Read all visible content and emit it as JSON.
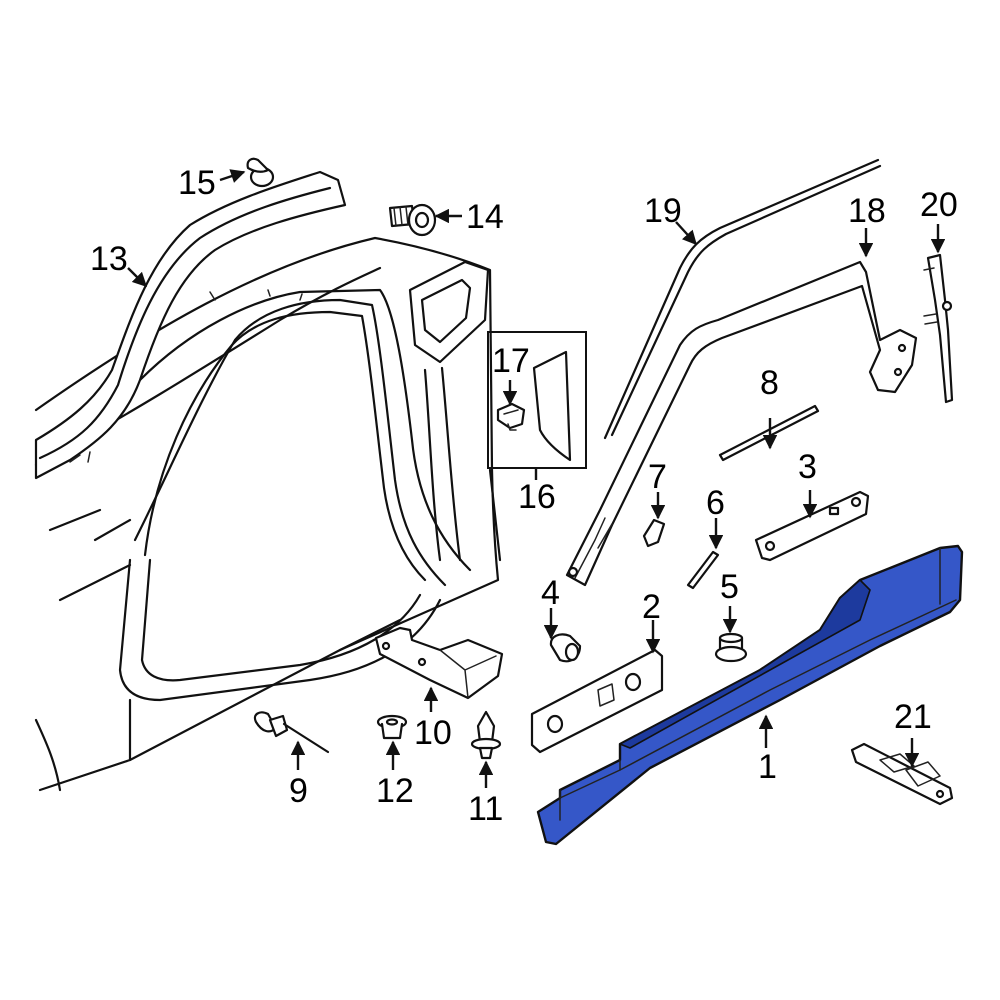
{
  "colors": {
    "highlight": "#3557c8",
    "highlight_dark": "#1d3a9e",
    "line": "#111111",
    "background": "#ffffff"
  },
  "callouts": [
    {
      "id": "1",
      "text": "1",
      "part": "rocker-molding"
    },
    {
      "id": "2",
      "text": "2",
      "part": "front-bracket"
    },
    {
      "id": "3",
      "text": "3",
      "part": "rear-bracket"
    },
    {
      "id": "4",
      "text": "4",
      "part": "nut"
    },
    {
      "id": "5",
      "text": "5",
      "part": "grommet"
    },
    {
      "id": "6",
      "text": "6",
      "part": "seal-strip"
    },
    {
      "id": "7",
      "text": "7",
      "part": "pad"
    },
    {
      "id": "8",
      "text": "8",
      "part": "weatherstrip"
    },
    {
      "id": "9",
      "text": "9",
      "part": "rivet"
    },
    {
      "id": "10",
      "text": "10",
      "part": "splash-shield"
    },
    {
      "id": "11",
      "text": "11",
      "part": "push-pin"
    },
    {
      "id": "12",
      "text": "12",
      "part": "clip"
    },
    {
      "id": "13",
      "text": "13",
      "part": "roof-rail-molding"
    },
    {
      "id": "14",
      "text": "14",
      "part": "bolt"
    },
    {
      "id": "15",
      "text": "15",
      "part": "rivet-nut"
    },
    {
      "id": "16",
      "text": "16",
      "part": "applique-kit"
    },
    {
      "id": "17",
      "text": "17",
      "part": "applique-clip"
    },
    {
      "id": "18",
      "text": "18",
      "part": "door-frame-molding"
    },
    {
      "id": "19",
      "text": "19",
      "part": "roof-drip-molding"
    },
    {
      "id": "20",
      "text": "20",
      "part": "pillar-molding"
    },
    {
      "id": "21",
      "text": "21",
      "part": "end-cap"
    }
  ]
}
